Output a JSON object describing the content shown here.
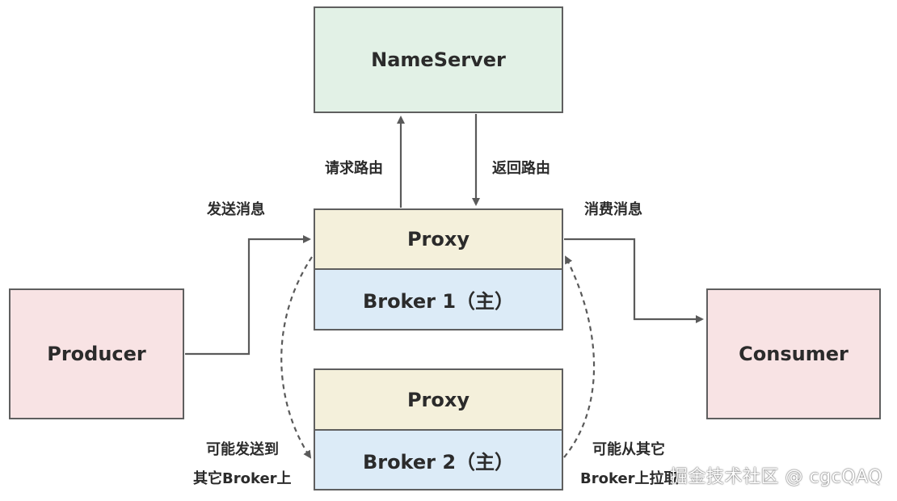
{
  "nodes": {
    "nameserver": "NameServer",
    "proxy1": "Proxy",
    "broker1": "Broker 1（主）",
    "proxy2": "Proxy",
    "broker2": "Broker 2（主）",
    "producer": "Producer",
    "consumer": "Consumer"
  },
  "edges": {
    "request_route": "请求路由",
    "return_route": "返回路由",
    "send_message": "发送消息",
    "consume_message": "消费消息",
    "may_send_line1": "可能发送到",
    "may_send_line2": "其它Broker上",
    "may_pull_line1": "可能从其它",
    "may_pull_line2": "Broker上拉取"
  },
  "watermark": "掘金技术社区 @ cgcQAQ",
  "colors": {
    "nameserver": "#e2f1e6",
    "proxy": "#f4f0db",
    "broker": "#dcebf7",
    "client": "#f8e3e4",
    "border": "#5f5f5f",
    "arrow": "#5a5a5a"
  }
}
